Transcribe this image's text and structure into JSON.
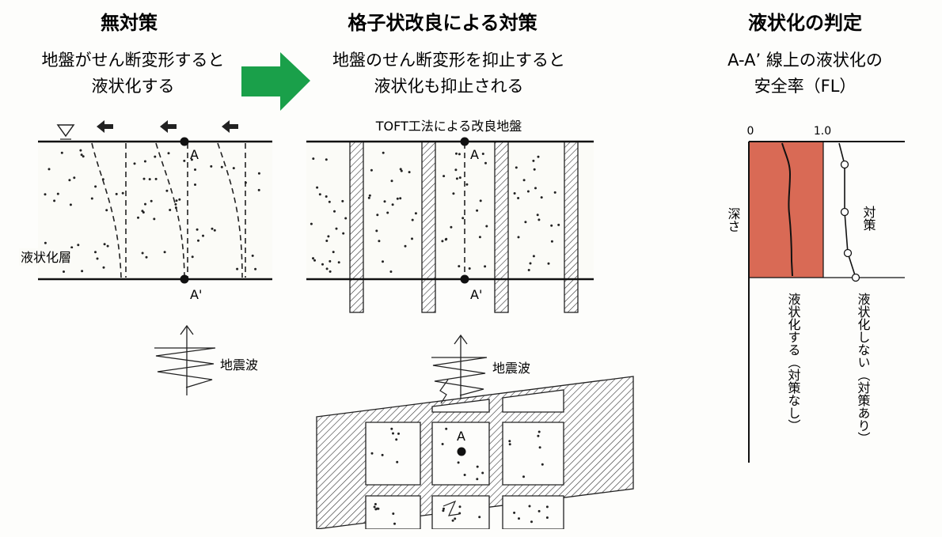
{
  "left": {
    "title": "無対策",
    "desc_line1": "地盤がせん断変形すると",
    "desc_line2": "液状化する",
    "layer_label": "液状化層",
    "point_a": "A",
    "point_a_prime": "A'",
    "wave_label": "地震波"
  },
  "middle": {
    "title": "格子状改良による対策",
    "desc_line1": "地盤のせん断変形を抑止すると",
    "desc_line2": "液状化も抑止される",
    "ground_label": "TOFT工法による改良地盤",
    "point_a": "A",
    "point_a_prime": "A'",
    "wave_label": "地震波",
    "plan_point": "A"
  },
  "right": {
    "title": "液状化の判定",
    "desc_line1": "A-A’ 線上の液状化の",
    "desc_line2": "安全率（FL）",
    "axis_zero": "0",
    "axis_one": "1.0",
    "depth_label": "深さ",
    "curve_label": "対策",
    "col1_label": "液状化する（対策なし）",
    "col2_label": "液状化しない（対策あり）",
    "zone_color": "#d96a55"
  }
}
